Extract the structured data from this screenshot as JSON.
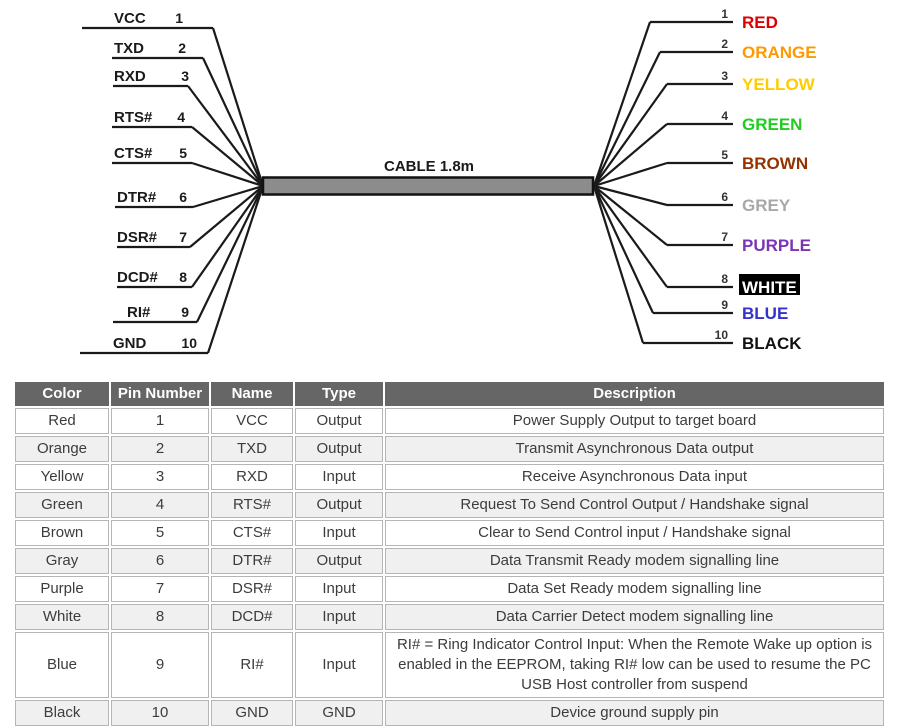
{
  "diagram": {
    "cable_label": "CABLE 1.8m",
    "cable_fill": "#8c8c8c",
    "wire_color": "#1a1a1a",
    "left_pins": [
      {
        "name": "VCC",
        "pin": "1"
      },
      {
        "name": "TXD",
        "pin": "2"
      },
      {
        "name": "RXD",
        "pin": "3"
      },
      {
        "name": "RTS#",
        "pin": "4"
      },
      {
        "name": "CTS#",
        "pin": "5"
      },
      {
        "name": "DTR#",
        "pin": "6"
      },
      {
        "name": "DSR#",
        "pin": "7"
      },
      {
        "name": "DCD#",
        "pin": "8"
      },
      {
        "name": "RI#",
        "pin": "9"
      },
      {
        "name": "GND",
        "pin": "10"
      }
    ],
    "right_pins": [
      {
        "pin": "1",
        "label": "RED",
        "color": "#dd0000"
      },
      {
        "pin": "2",
        "label": "ORANGE",
        "color": "#ff9900"
      },
      {
        "pin": "3",
        "label": "YELLOW",
        "color": "#ffcc00"
      },
      {
        "pin": "4",
        "label": "GREEN",
        "color": "#22cc22"
      },
      {
        "pin": "5",
        "label": "BROWN",
        "color": "#933300"
      },
      {
        "pin": "6",
        "label": "GREY",
        "color": "#a8a8a8"
      },
      {
        "pin": "7",
        "label": "PURPLE",
        "color": "#7a35b5"
      },
      {
        "pin": "8",
        "label": "WHITE",
        "color": "#ffffff",
        "background": "#000000"
      },
      {
        "pin": "9",
        "label": "BLUE",
        "color": "#3333cc"
      },
      {
        "pin": "10",
        "label": "BLACK",
        "color": "#111111"
      }
    ]
  },
  "table": {
    "headers": [
      "Color",
      "Pin Number",
      "Name",
      "Type",
      "Description"
    ],
    "header_bg": "#666666",
    "header_text_color": "#ffffff",
    "row_alt_bg": "#f0f0f0",
    "rows": [
      [
        "Red",
        "1",
        "VCC",
        "Output",
        "Power Supply Output to target board"
      ],
      [
        "Orange",
        "2",
        "TXD",
        "Output",
        "Transmit Asynchronous Data output"
      ],
      [
        "Yellow",
        "3",
        "RXD",
        "Input",
        "Receive Asynchronous Data input"
      ],
      [
        "Green",
        "4",
        "RTS#",
        "Output",
        "Request To Send Control Output / Handshake signal"
      ],
      [
        "Brown",
        "5",
        "CTS#",
        "Input",
        "Clear to Send Control input / Handshake signal"
      ],
      [
        "Gray",
        "6",
        "DTR#",
        "Output",
        "Data Transmit Ready modem signalling line"
      ],
      [
        "Purple",
        "7",
        "DSR#",
        "Input",
        "Data Set Ready modem signalling line"
      ],
      [
        "White",
        "8",
        "DCD#",
        "Input",
        "Data Carrier Detect modem signalling line"
      ],
      [
        "Blue",
        "9",
        "RI#",
        "Input",
        "RI# = Ring Indicator Control Input: When the Remote Wake up option is enabled in the EEPROM, taking RI# low can be used to resume the PC USB Host controller from suspend"
      ],
      [
        "Black",
        "10",
        "GND",
        "GND",
        "Device ground supply pin"
      ]
    ]
  }
}
